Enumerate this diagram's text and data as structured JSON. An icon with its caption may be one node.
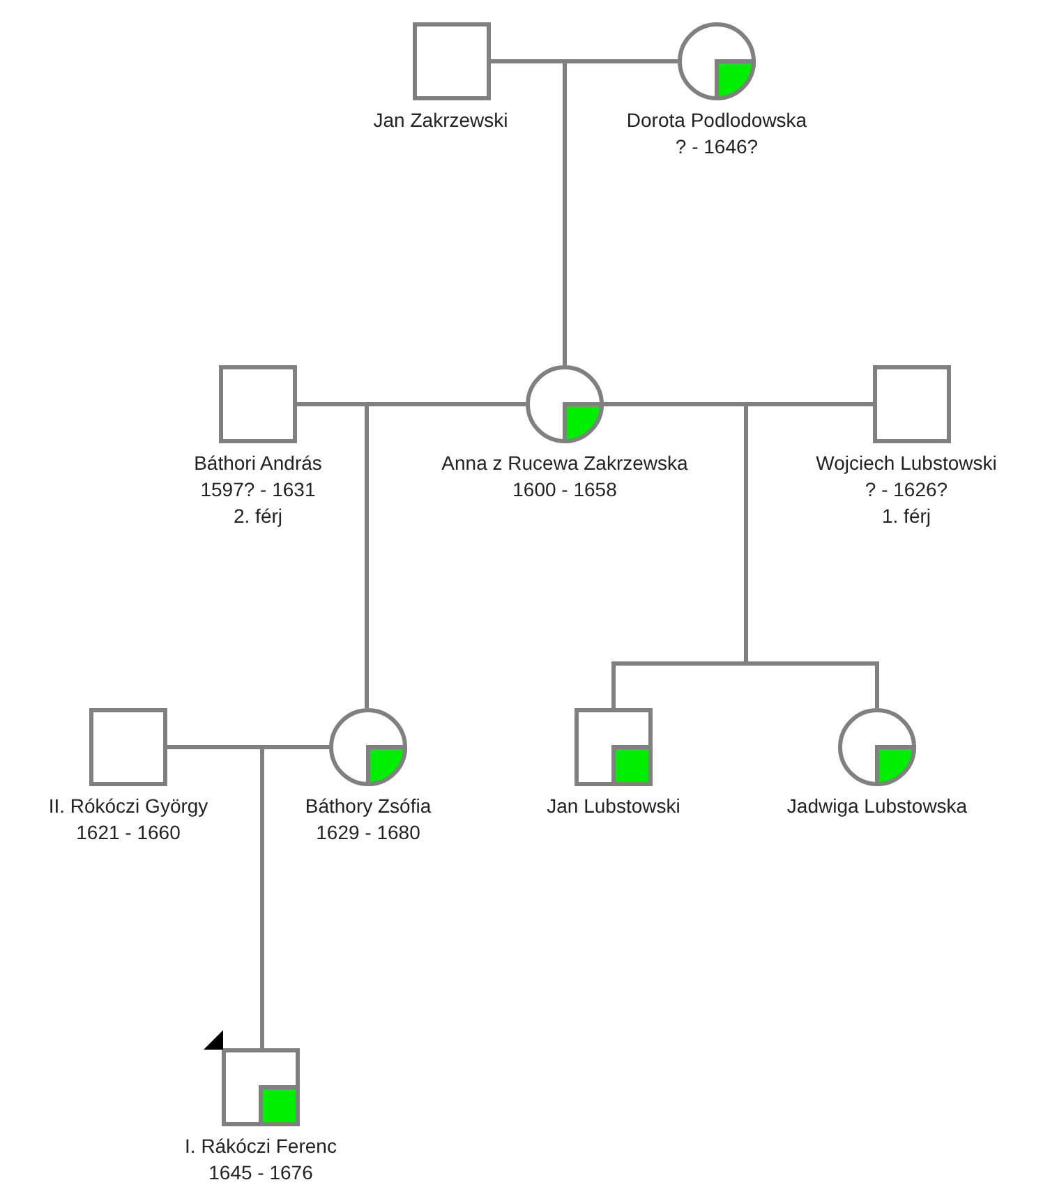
{
  "diagram": {
    "nodes": [
      {
        "text": [
          "Jan Zakrzewski"
        ]
      },
      {
        "text": [
          "Dorota Podlodowska",
          "? - 1646?"
        ]
      },
      {
        "text": [
          "Báthori András",
          "1597? - 1631",
          "2. férj"
        ]
      },
      {
        "text": [
          "Anna z Rucewa Zakrzewska",
          "1600 - 1658"
        ]
      },
      {
        "text": [
          "Wojciech Lubstowski",
          "? - 1626?",
          "1. férj"
        ]
      },
      {
        "text": [
          "II. Rókóczi György",
          "1621 - 1660"
        ]
      },
      {
        "text": [
          "Báthory Zsófia",
          "1629 - 1680"
        ]
      },
      {
        "text": [
          "Jan Lubstowski"
        ]
      },
      {
        "text": [
          "Jadwiga Lubstowska"
        ]
      },
      {
        "text": [
          "I. Rákóczi Ferenc",
          "1645 - 1676"
        ]
      }
    ],
    "edges": [
      {
        "from": 0,
        "to": 1,
        "arrow": "none"
      },
      {
        "from": 0,
        "to": 3,
        "arrow": "none"
      },
      {
        "from": 1,
        "to": 3,
        "arrow": "none"
      },
      {
        "from": 2,
        "to": 3,
        "arrow": "none"
      },
      {
        "from": 3,
        "to": 4,
        "arrow": "none"
      },
      {
        "from": 2,
        "to": 6,
        "arrow": "none"
      },
      {
        "from": 3,
        "to": 6,
        "arrow": "none"
      },
      {
        "from": 3,
        "to": 7,
        "arrow": "none"
      },
      {
        "from": 4,
        "to": 7,
        "arrow": "none"
      },
      {
        "from": 3,
        "to": 8,
        "arrow": "none"
      },
      {
        "from": 4,
        "to": 8,
        "arrow": "none"
      },
      {
        "from": 5,
        "to": 6,
        "arrow": "none"
      },
      {
        "from": 5,
        "to": 9,
        "arrow": "none"
      },
      {
        "from": 6,
        "to": 9,
        "arrow": "none"
      }
    ]
  }
}
